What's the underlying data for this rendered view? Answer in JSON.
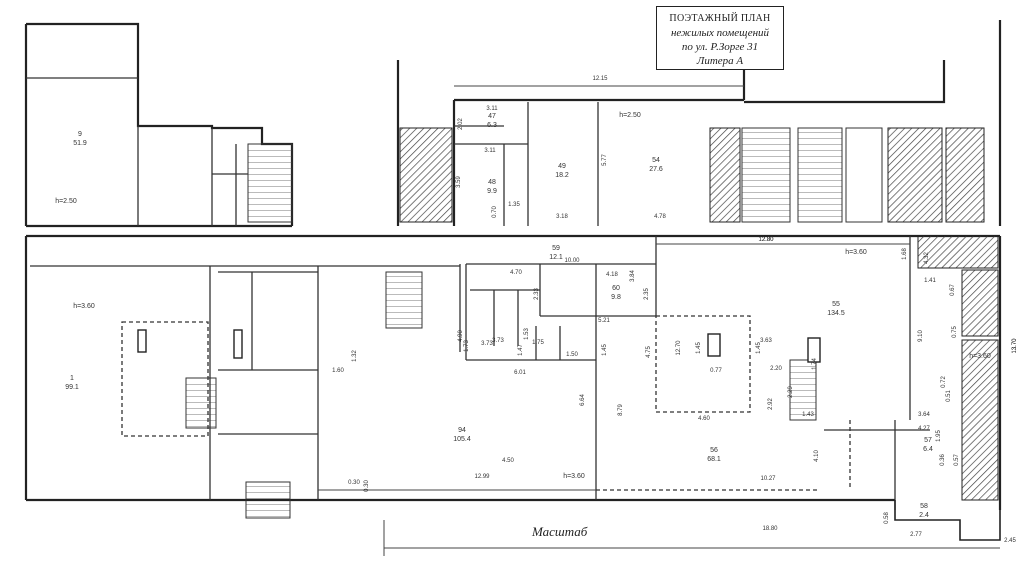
{
  "title": {
    "line1": "ПОЭТАЖНЫЙ ПЛАН",
    "line2": "нежилых помещений",
    "line3": "по ул. Р.Зорге 31",
    "line4": "Литера   А"
  },
  "scale_label": "Масштаб",
  "rooms": [
    {
      "id": "47",
      "area": "6.3"
    },
    {
      "id": "48",
      "area": "9.9"
    },
    {
      "id": "49",
      "area": "18.2"
    },
    {
      "id": "54",
      "area": "27.6"
    },
    {
      "id": "55",
      "area": "134.5"
    },
    {
      "id": "56",
      "area": "68.1"
    },
    {
      "id": "57",
      "area": "6.4"
    },
    {
      "id": "58",
      "area": "2.4"
    },
    {
      "id": "59",
      "area": "12.1"
    },
    {
      "id": "60",
      "area": "9.8"
    },
    {
      "id": "94",
      "area": "105.4"
    },
    {
      "id": "9",
      "area": "51.9"
    },
    {
      "id": "1",
      "area": "99.1"
    }
  ],
  "dimensions": [
    "12.15",
    "12.80",
    "10.00",
    "4.70",
    "4.18",
    "3.84",
    "3.11",
    "3.11",
    "3.59",
    "3.73",
    "5.77",
    "4.78",
    "3.18",
    "1.35",
    "2.02",
    "0.70",
    "6.01",
    "6.64",
    "12.99",
    "18.80",
    "10.27",
    "2.77",
    "2.45",
    "13.70",
    "9.10",
    "1.68",
    "0.67",
    "1.45",
    "1.45",
    "3.63",
    "0.77",
    "1.74",
    "2.20",
    "1.43",
    "4.60",
    "3.64",
    "4.27",
    "0.58",
    "1.47",
    "1.75",
    "1.50",
    "2.35",
    "2.33",
    "5.21",
    "4.90",
    "1.60",
    "1.32",
    "0.30",
    "0.30",
    "1.41",
    "4.32",
    "4.75",
    "8.79",
    "12.70",
    "4.10",
    "0.75",
    "0.72",
    "0.51",
    "0.36",
    "0.57",
    "1.95",
    "3.73",
    "1.73",
    "1.45",
    "1.53",
    "2.29",
    "2.92",
    "13.70",
    "12.80",
    "4.50"
  ],
  "heights": {
    "h1": "h=2.50",
    "h2": "h=3.60",
    "h3": "h=3.60",
    "h4": "h=2.50",
    "h5": "h=3.60",
    "h6": "h=3.60"
  }
}
